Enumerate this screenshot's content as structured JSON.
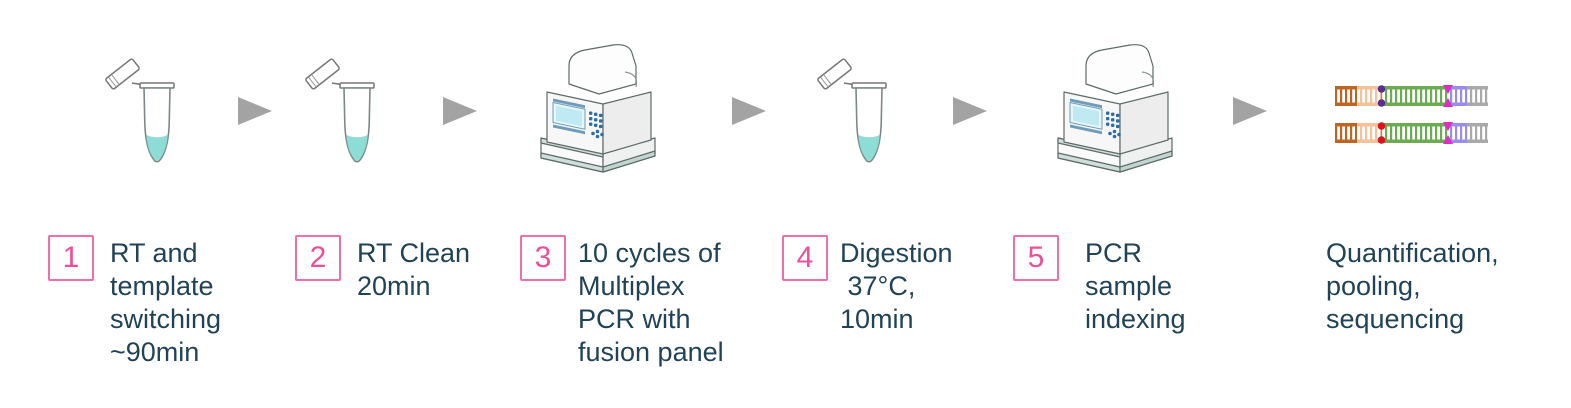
{
  "diagram_title": "",
  "steps": [
    {
      "number": "1",
      "label": "RT and\ntemplate\nswitching\n~90min",
      "icon": "open-microcentrifuge-tube"
    },
    {
      "number": "2",
      "label": "RT Clean\n20min",
      "icon": "open-microcentrifuge-tube"
    },
    {
      "number": "3",
      "label": "10 cycles of\nMultiplex\nPCR with\nfusion panel",
      "icon": "pcr-thermocycler"
    },
    {
      "number": "4",
      "label": "Digestion\n 37°C,\n10min",
      "icon": "open-microcentrifuge-tube"
    },
    {
      "number": "5",
      "label": "PCR\nsample\nindexing",
      "icon": "pcr-thermocycler"
    },
    {
      "number": "",
      "label": "Quantification,\npooling,\nsequencing",
      "icon": "sequencing-library-molecules"
    }
  ],
  "icons": {
    "arrow": "right-triangle-arrow",
    "tube": "open-microcentrifuge-tube-with-liquid",
    "thermocycler": "pcr-thermocycler-machine",
    "library": "two-indexed-library-molecules"
  },
  "colors": {
    "text": "#214358",
    "pink": "#f06ea9",
    "pinknum": "#ee4e9b",
    "arrow": "#a3a3a3",
    "liquid": "#8edcd6",
    "orangedark": "#bf6524",
    "orangelight": "#f4c298",
    "green": "#6cab51",
    "purple": "#9a8cec",
    "grayseg": "#a9a9a9",
    "magenta": "#e12cc3",
    "dotpurple": "#5c2e91",
    "dotred": "#de1122",
    "screen": "#bfeaf3",
    "screenbar": "#6f9cb8",
    "keys": "#2d6ea8",
    "tealbase": "#cfe0db"
  }
}
